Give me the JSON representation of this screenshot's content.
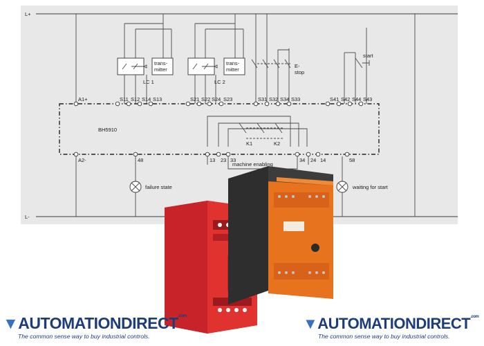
{
  "rails": {
    "top": "L+",
    "bottom": "L-"
  },
  "module": {
    "name": "BH5910"
  },
  "top_terminals": [
    "A1+",
    "S11",
    "S12",
    "S14",
    "S13",
    "S21",
    "S22",
    "S24",
    "S23",
    "S31",
    "S32",
    "S34",
    "S33",
    "S41",
    "S42",
    "S44",
    "S43"
  ],
  "bottom_terminals": [
    "A2-",
    "48",
    "13",
    "23",
    "33",
    "34",
    "24",
    "14",
    "58"
  ],
  "light_curtains": [
    {
      "tx": "trans-",
      "tx2": "mitter",
      "name": "LC 1"
    },
    {
      "tx": "trans-",
      "tx2": "mitter",
      "name": "LC 2"
    }
  ],
  "estop": {
    "line1": "E-",
    "line2": "stop"
  },
  "start": {
    "label": "start"
  },
  "contactors": [
    "K1",
    "K2"
  ],
  "enabling": "machine enabling",
  "lamps": [
    {
      "label": "failure state"
    },
    {
      "label": "waiting for start"
    }
  ],
  "brand": {
    "name": "AUTOMATIONDIRECT",
    "suffix": ".com",
    "tagline": "The common sense way to buy industrial controls."
  },
  "colors": {
    "red_relay": "#d8242c",
    "orange_relay": "#e8731e",
    "dark_relay": "#3b3b3b",
    "brand_blue": "#1c3d7a"
  }
}
